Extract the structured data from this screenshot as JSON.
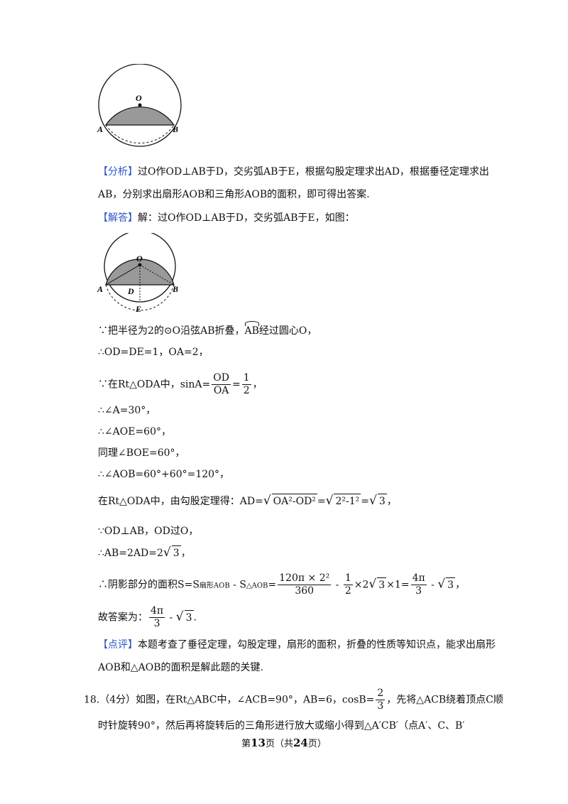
{
  "figure1": {
    "label_o": "O",
    "label_a": "A",
    "label_b": "B"
  },
  "figure2": {
    "label_o": "O",
    "label_a": "A",
    "label_b": "B",
    "label_d": "D",
    "label_e": "E"
  },
  "analysis": {
    "tag": "【分析】",
    "line1": "过O作OD⊥AB于D，交劣弧AB于E，根据勾股定理求出AD，根据垂径定理求出",
    "line2": "AB，分别求出扇形AOB和三角形AOB的面积，即可得出答案."
  },
  "solution": {
    "tag": "【解答】",
    "line1": "解：过O作OD⊥AB于D，交劣弧AB于E，如图："
  },
  "steps": {
    "s1_pre": "∵把半径为2的⊙O沿弦AB折叠，",
    "s1_arc": "AB",
    "s1_post": "经过圆心O，",
    "s2": "∴OD=DE=1，OA=2，",
    "s3_pre": "∵在Rt△ODA中，sinA=",
    "s3_frac1_num": "OD",
    "s3_frac1_den": "OA",
    "s3_eq": "=",
    "s3_frac2_num": "1",
    "s3_frac2_den": "2",
    "s3_post": "，",
    "s4": "∴∠A=30°，",
    "s5": "∴∠AOE=60°，",
    "s6": "同理∠BOE=60°，",
    "s7": "∴∠AOB=60°+60°=120°，",
    "s8_pre": "在Rt△ODA中，由勾股定理得：AD=",
    "s8_rad1": "OA²-OD²",
    "s8_rad2": "2²-1²",
    "s8_rad3": "3",
    "s9": "∵OD⊥AB，OD过O，",
    "s10_pre": "∴AB=2AD=2",
    "s10_rad": "3",
    "s11_pre": "∴阴影部分的面积S=S",
    "s11_sub1": "扇形AOB",
    "s11_mid": " - S",
    "s11_sub2": "△AOB",
    "s11_frac_num": "120π × 2²",
    "s11_frac_den": "360",
    "s11_half_num": "1",
    "s11_half_den": "2",
    "s11_tail": "×2",
    "s11_tail_rad": "3",
    "s11_tail2": "×1=",
    "s11_res_num": "4π",
    "s11_res_den": "3",
    "s11_res_rad": "3",
    "s12_pre": "故答案为：",
    "s12_num": "4π",
    "s12_den": "3",
    "s12_rad": "3"
  },
  "comment": {
    "tag": "【点评】",
    "line1": "本题考查了垂径定理，勾股定理，扇形的面积，折叠的性质等知识点，能求出扇形",
    "line2": "AOB和△AOB的面积是解此题的关键."
  },
  "question18": {
    "line1_pre": "18.（4分）如图，在Rt△ABC中，∠ACB=90°，AB=6，cosB=",
    "cos_num": "2",
    "cos_den": "3",
    "line1_post": "，先将△ACB绕着顶点C顺",
    "line2": "时针旋转90°，然后再将旋转后的三角形进行放大或缩小得到△A′CB′（点A′、C、B′"
  },
  "footer": {
    "pre": "第",
    "page": "13",
    "mid": "页（共",
    "total": "24",
    "post": "页）"
  }
}
